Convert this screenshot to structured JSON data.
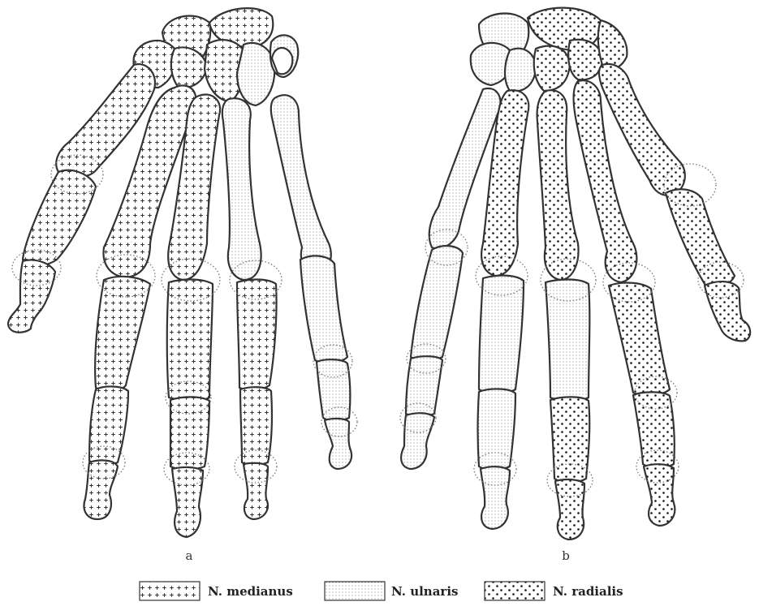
{
  "panels": [
    {
      "label": "a"
    },
    {
      "label": "b"
    }
  ],
  "legend": {
    "items": [
      {
        "pattern": "plus-pattern",
        "label": "N. medianus"
      },
      {
        "pattern": "fine-dot-pattern",
        "label": "N. ulnaris"
      },
      {
        "pattern": "coarse-dot-pattern",
        "label": "N. radialis"
      }
    ]
  }
}
